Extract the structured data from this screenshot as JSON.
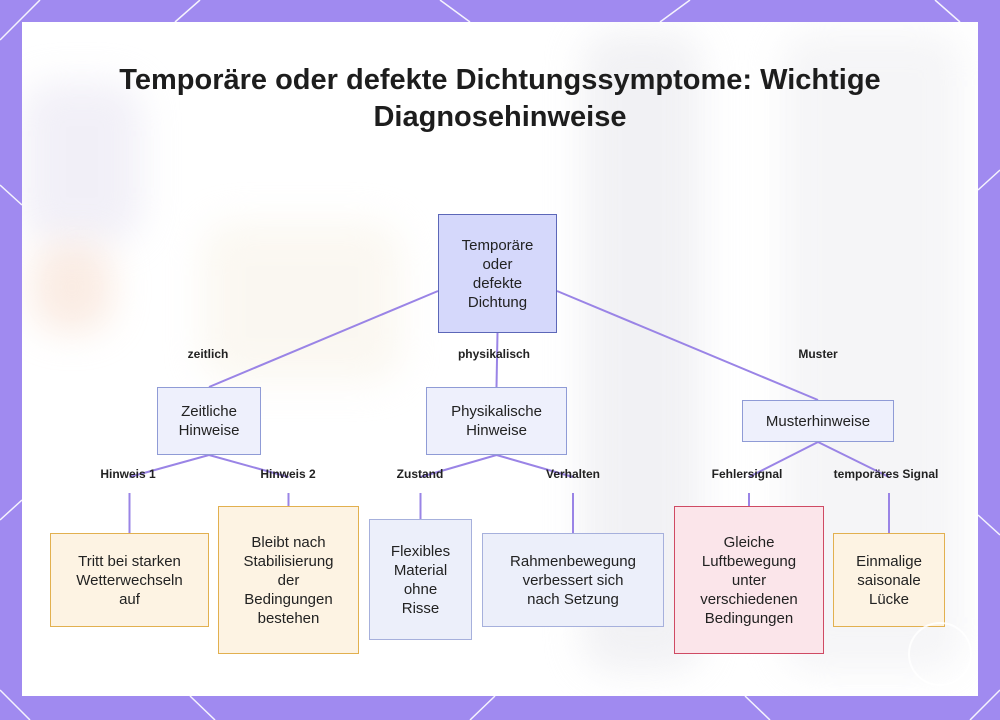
{
  "title": "Temporäre oder defekte Dichtungssymptome: Wichtige Diagnosehinweise",
  "colors": {
    "frame": "#a08af0",
    "edge": "#9a84e6",
    "root_fill": "#d5d8fb",
    "leaf_orange": "#e2b04f",
    "leaf_red": "#cf4a63"
  },
  "root": {
    "text": "Temporäre oder defekte Dichtung"
  },
  "branches": [
    {
      "edge_label": "zeitlich",
      "text": "Zeitliche Hinweise",
      "children": [
        {
          "edge_label": "Hinweis 1",
          "text": "Tritt bei starken Wetterwechseln auf",
          "style": "orange"
        },
        {
          "edge_label": "Hinweis 2",
          "text": "Bleibt nach Stabilisierung der Bedingungen bestehen",
          "style": "orange"
        }
      ]
    },
    {
      "edge_label": "physikalisch",
      "text": "Physikalische Hinweise",
      "children": [
        {
          "edge_label": "Zustand",
          "text": "Flexibles Material ohne Risse",
          "style": "blue"
        },
        {
          "edge_label": "Verhalten",
          "text": "Rahmenbewegung verbessert sich nach Setzung",
          "style": "blue"
        }
      ]
    },
    {
      "edge_label": "Muster",
      "text": "Musterhinweise",
      "children": [
        {
          "edge_label": "Fehlersignal",
          "text": "Gleiche Luftbewegung unter verschiedenen Bedingungen",
          "style": "red"
        },
        {
          "edge_label": "temporäres Signal",
          "text": "Einmalige saisonale Lücke",
          "style": "orange"
        }
      ]
    }
  ]
}
